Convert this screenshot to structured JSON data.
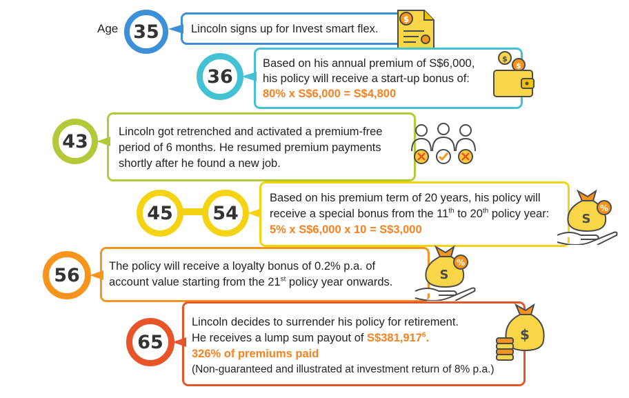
{
  "age_label": "Age",
  "milestones": [
    {
      "age": "35",
      "text": "Lincoln signs up for Invest smart flex."
    },
    {
      "age": "36",
      "lines": [
        "Based on his annual premium of S$6,000,",
        "his policy will receive a start-up bonus of:"
      ],
      "formula": "80% x S$6,000 = S$4,800"
    },
    {
      "age": "43",
      "lines": [
        "Lincoln got retrenched and activated a premium-free",
        "period of 6 months. He resumed premium payments",
        "shortly after he found a new job."
      ]
    },
    {
      "age": "45",
      "age2": "54",
      "line1": "Based on his premium term of 20 years, his policy will",
      "line2_pre": "receive a special bonus from the 11",
      "line2_sup1": "th",
      "line2_mid": " to 20",
      "line2_sup2": "th",
      "line2_post": " policy year:",
      "formula": "5% x S$6,000 x 10 = S$3,000"
    },
    {
      "age": "56",
      "line1": "The policy will receive a loyalty bonus of 0.2% p.a. of",
      "line2_pre": "account value starting from the 21",
      "line2_sup": "st",
      "line2_post": " policy year onwards."
    },
    {
      "age": "65",
      "line1": "Lincoln decides to surrender his policy for retirement.",
      "line2_pre": "He receives a lump sum payout of ",
      "payout": "S$381,917",
      "payout_sup": "6",
      "payout_end": ".",
      "percent_line": "326% of premiums paid",
      "note": "(Non-guaranteed and illustrated at investment return of 8% p.a.)"
    }
  ],
  "colors": {
    "blue": "#3d8fd6",
    "teal": "#45c1d4",
    "olive": "#b5c83a",
    "yellow": "#f3d313",
    "orange": "#f7941d",
    "red": "#e7542a",
    "highlight": "#f58220"
  },
  "icons": [
    "certificate-icon",
    "wallet-icon",
    "people-icon",
    "money-bag-hand-icon",
    "money-bag-hand-icon",
    "money-bag-coins-icon"
  ]
}
